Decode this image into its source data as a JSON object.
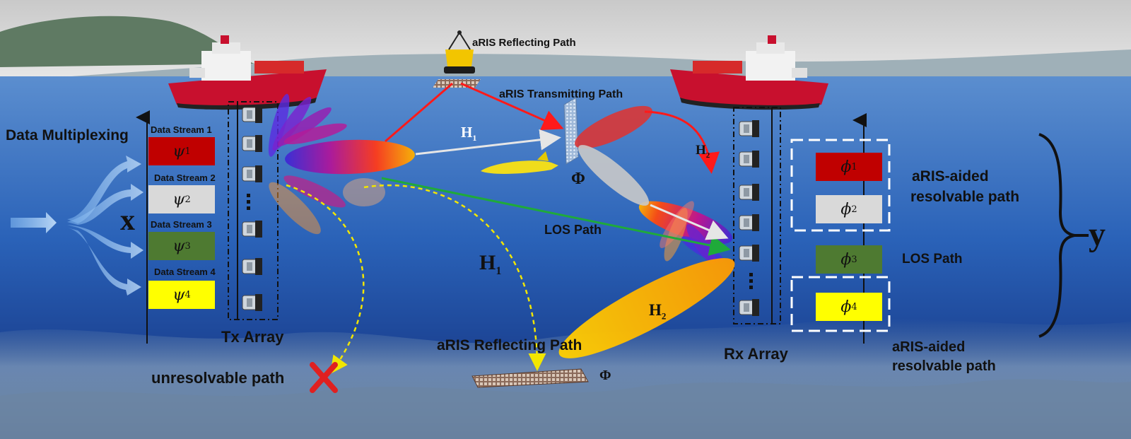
{
  "labels": {
    "data_multiplexing": "Data Multiplexing",
    "x_symbol": "x",
    "y_symbol": "y",
    "tx_array": "Tx Array",
    "rx_array": "Rx Array",
    "aris_reflecting_top": "aRIS Reflecting Path",
    "aris_transmitting": "aRIS Transmitting Path",
    "aris_reflecting_bottom": "aRIS Reflecting Path",
    "h1_top": "H",
    "h1_top_sub": "1",
    "h1_mid": "H",
    "h1_mid_sub": "1",
    "h2_top": "H",
    "h2_top_sub": "2",
    "h2_bottom": "H",
    "h2_bottom_sub": "2",
    "phi_top": "Φ",
    "phi_bottom": "Φ",
    "los_path_center": "LOS Path",
    "los_path_right": "LOS Path",
    "unresolvable_path": "unresolvable path",
    "aris_aided_top_line1": "aRIS-aided",
    "aris_aided_top_line2": "resolvable path",
    "aris_aided_bottom_line1": "aRIS-aided",
    "aris_aided_bottom_line2": "resolvable path"
  },
  "streams": [
    {
      "label": "Data Stream 1",
      "symbol": "ψ",
      "sub": "1",
      "color": "#c00000"
    },
    {
      "label": "Data Stream 2",
      "symbol": "ψ",
      "sub": "2",
      "color": "#d9d9d9"
    },
    {
      "label": "Data Stream 3",
      "symbol": "ψ",
      "sub": "3",
      "color": "#4e7a31"
    },
    {
      "label": "Data Stream 4",
      "symbol": "ψ",
      "sub": "4",
      "color": "#ffff00"
    }
  ],
  "rx_streams": [
    {
      "symbol": "ϕ",
      "sub": "1",
      "color": "#c00000"
    },
    {
      "symbol": "ϕ",
      "sub": "2",
      "color": "#d9d9d9"
    },
    {
      "symbol": "ϕ",
      "sub": "3",
      "color": "#4e7a31"
    },
    {
      "symbol": "ϕ",
      "sub": "4",
      "color": "#ffff00"
    }
  ],
  "colors": {
    "sea_top": "#4d86c9",
    "sea_bottom": "#0b2f7a",
    "los_arrow": "#1faa3a",
    "aris_arrow": "#ff1a1a",
    "h1_arrow": "#e6e6e6",
    "unresolvable_arrow": "#f2e600"
  }
}
